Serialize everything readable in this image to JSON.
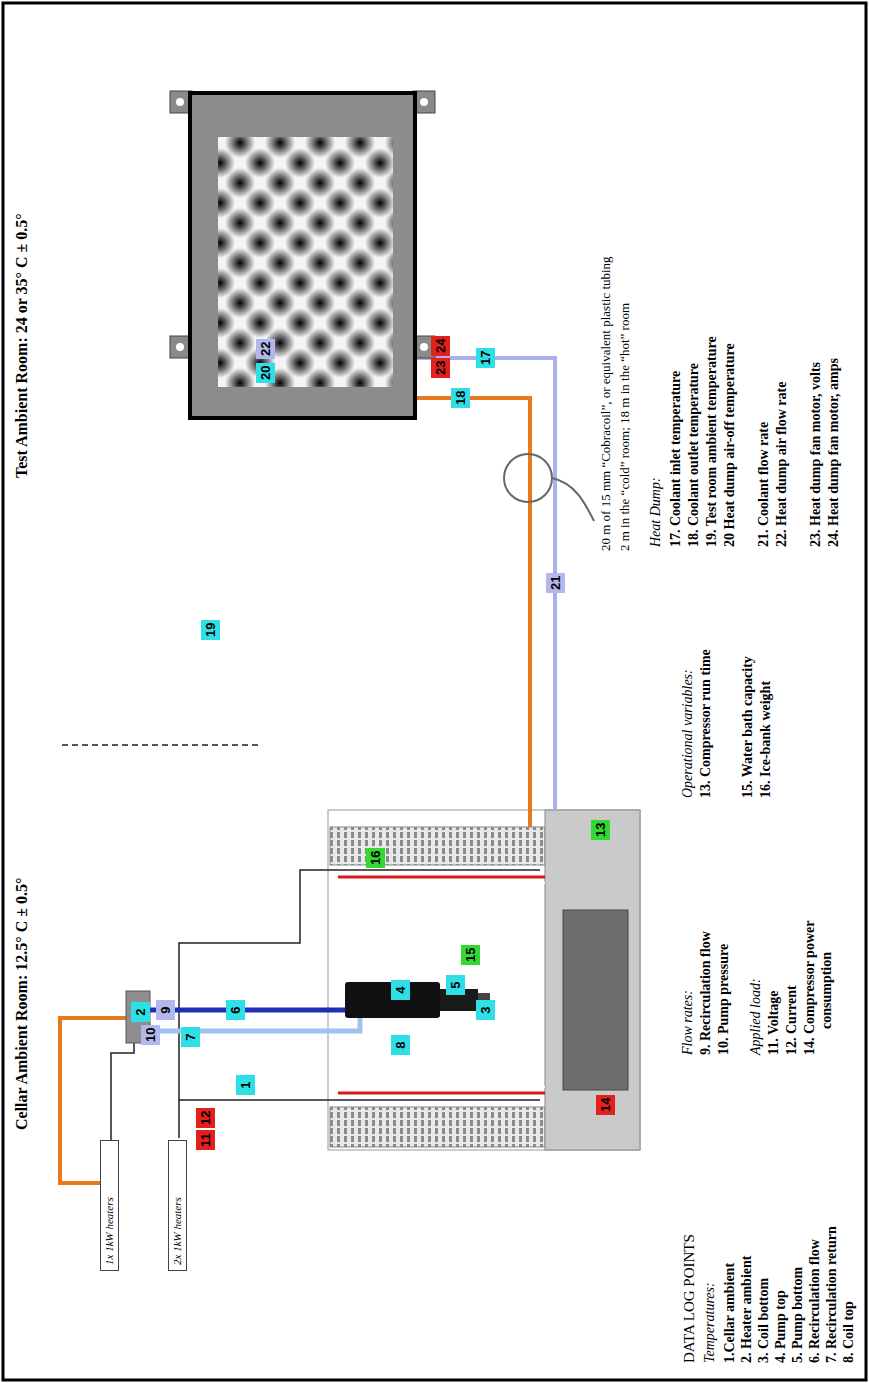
{
  "diagram": {
    "nodes": [
      {
        "text": [
          "1x 1kW heaters"
        ]
      },
      {
        "text": [
          "2x 1kW heaters"
        ]
      },
      {
        "text": [
          "1"
        ]
      },
      {
        "text": [
          "2"
        ]
      },
      {
        "text": [
          "3"
        ]
      },
      {
        "text": [
          "4"
        ]
      },
      {
        "text": [
          "5"
        ]
      },
      {
        "text": [
          "6"
        ]
      },
      {
        "text": [
          "7"
        ]
      },
      {
        "text": [
          "8"
        ]
      },
      {
        "text": [
          "9"
        ]
      },
      {
        "text": [
          "10"
        ]
      },
      {
        "text": [
          "11"
        ]
      },
      {
        "text": [
          "12"
        ]
      },
      {
        "text": [
          "13"
        ]
      },
      {
        "text": [
          "14"
        ]
      },
      {
        "text": [
          "15"
        ]
      },
      {
        "text": [
          "16"
        ]
      },
      {
        "text": [
          "17"
        ]
      },
      {
        "text": [
          "18"
        ]
      },
      {
        "text": [
          "19"
        ]
      },
      {
        "text": [
          "20"
        ]
      },
      {
        "text": [
          "21"
        ]
      },
      {
        "text": [
          "22"
        ]
      },
      {
        "text": [
          "23"
        ]
      },
      {
        "text": [
          "24"
        ]
      }
    ],
    "labels": [
      "Cellar Ambient Room: 12.5° C ± 0.5°",
      "Test Ambient Room: 24 or 35° C ± 0.5°",
      "20 m of 15 mm “Cobracoil”, or equivalent plastic tubing",
      "2 m in the “cold” room; 18 m in the “hot” room",
      "Heat Dump:",
      "17. Coolant inlet temperature",
      "18. Coolant outlet temperature",
      "19. Test room ambient temperature",
      "20 Heat dump air-off temperature",
      "21. Coolant flow rate",
      "22. Heat dump air flow rate",
      "23. Heat dump fan motor, volts",
      "24. Heat dump fan motor, amps",
      "Operational variables:",
      "13. Compressor run time",
      "15. Water bath capacity",
      "16. Ice-bank weight",
      "Flow rates:",
      "9. Recirculation flow",
      "10. Pump pressure",
      "Applied load:",
      "11. Voltage",
      "12. Current",
      "14. Compressor power consumption",
      "DATA LOG POINTS",
      "Temperatures:",
      "1.Cellar ambient",
      "2. Heater ambient",
      "3. Coil bottom",
      "4. Pump top",
      "5. Pump bottom",
      "6. Recirculation flow",
      "7. Recirculation return",
      "8. Coil top"
    ]
  }
}
